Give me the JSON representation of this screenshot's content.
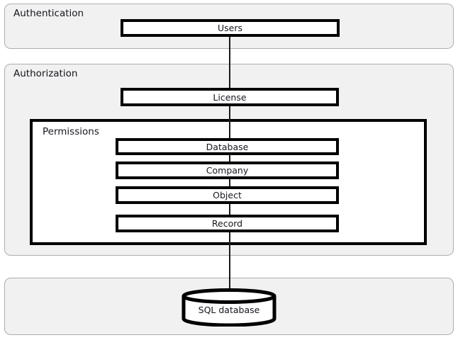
{
  "diagram": {
    "groups": [
      {
        "id": "authentication",
        "label": "Authentication"
      },
      {
        "id": "authorization",
        "label": "Authorization"
      },
      {
        "id": "storage",
        "label": ""
      }
    ],
    "permissions": {
      "label": "Permissions",
      "items": [
        {
          "id": "database",
          "label": "Database"
        },
        {
          "id": "company",
          "label": "Company"
        },
        {
          "id": "object",
          "label": "Object"
        },
        {
          "id": "record",
          "label": "Record"
        }
      ]
    },
    "nodes": {
      "users": "Users",
      "license": "License",
      "sql_database": "SQL database"
    },
    "colors": {
      "group_fill": "#f1f1f1",
      "group_border": "#adadad",
      "node_border": "#000000",
      "node_fill": "#ffffff",
      "text": "#15161d",
      "connector": "#1a1a1a",
      "page_background": "#ffffff"
    }
  }
}
